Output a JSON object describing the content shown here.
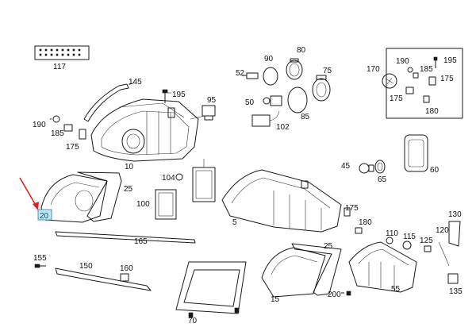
{
  "labels": {
    "l117": "117",
    "l145": "145",
    "l195a": "195",
    "l95": "95",
    "l190a": "190",
    "l185a": "185",
    "l175a": "175",
    "l10": "10",
    "l90": "90",
    "l80": "80",
    "l75": "75",
    "l52": "52",
    "l50": "50",
    "l102": "102",
    "l85": "85",
    "l170": "170",
    "l190b": "190",
    "l185b": "185",
    "l195b": "195",
    "l175b": "175",
    "l175c": "175",
    "l180a": "180",
    "l60": "60",
    "l45": "45",
    "l65": "65",
    "l104": "104",
    "l100": "100",
    "l25a": "25",
    "l20": "20",
    "l5": "5",
    "l175d": "175",
    "l180b": "180",
    "l130": "130",
    "l165": "165",
    "l155": "155",
    "l150": "150",
    "l160": "160",
    "l110": "110",
    "l115": "115",
    "l125": "125",
    "l120": "120",
    "l25b": "25",
    "l55": "55",
    "l15": "15",
    "l200": "200",
    "l135": "135",
    "l70": "70"
  },
  "highlight": {
    "part": "20",
    "arrow_color": "#e02020",
    "box_color": "#bfe6f2"
  }
}
